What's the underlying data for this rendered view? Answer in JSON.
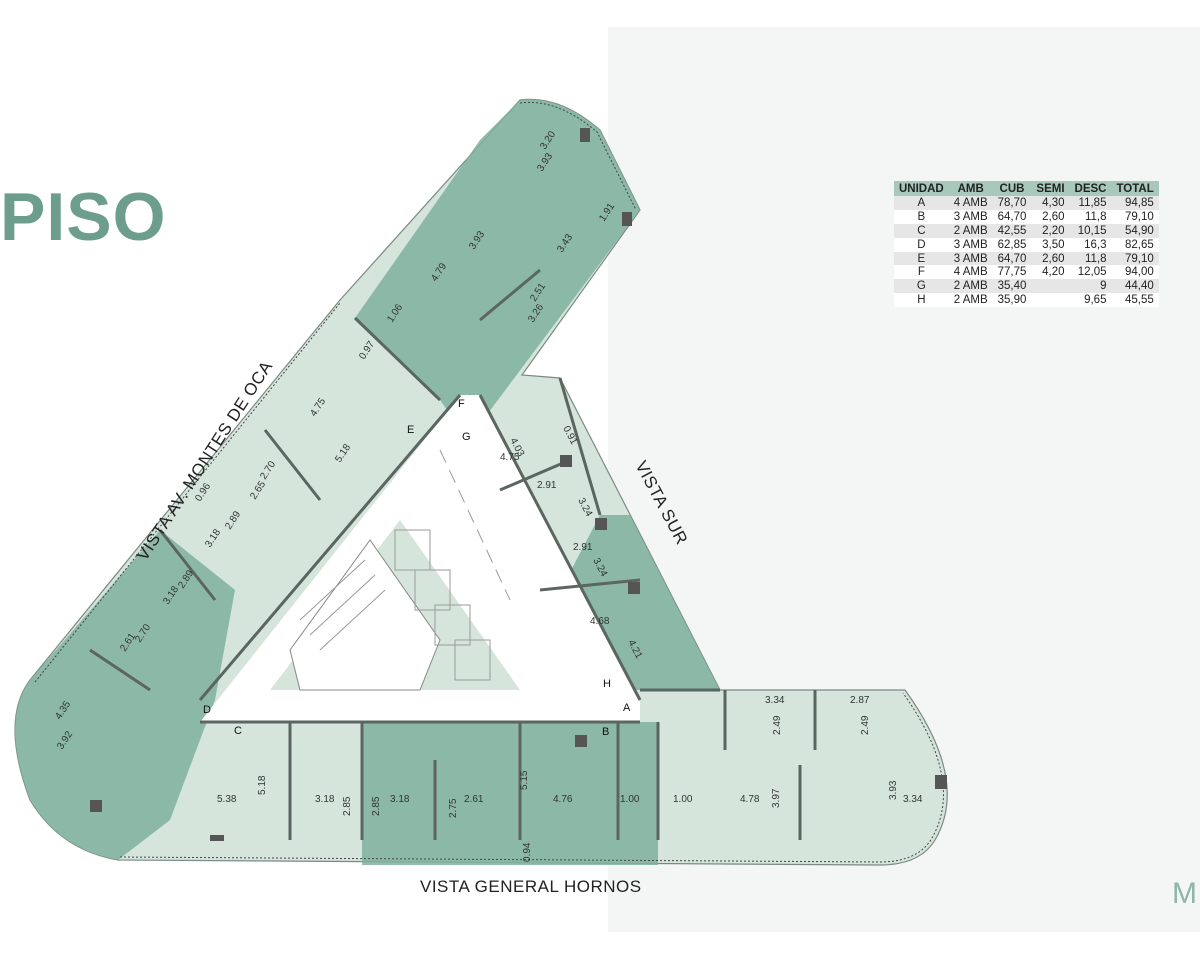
{
  "title": "PISO",
  "brand_mark": "M",
  "views": {
    "montes_de_oca": "VISTA AV. MONTES DE OCA",
    "sur": "VISTA SUR",
    "general_hornos": "VISTA GENERAL HORNOS"
  },
  "table": {
    "headers": [
      "UNIDAD",
      "AMB",
      "CUB",
      "SEMI",
      "DESC",
      "TOTAL"
    ],
    "rows": [
      [
        "A",
        "4 AMB",
        "78,70",
        "4,30",
        "11,85",
        "94,85"
      ],
      [
        "B",
        "3 AMB",
        "64,70",
        "2,60",
        "11,8",
        "79,10"
      ],
      [
        "C",
        "2 AMB",
        "42,55",
        "2,20",
        "10,15",
        "54,90"
      ],
      [
        "D",
        "3 AMB",
        "62,85",
        "3,50",
        "16,3",
        "82,65"
      ],
      [
        "E",
        "3 AMB",
        "64,70",
        "2,60",
        "11,8",
        "79,10"
      ],
      [
        "F",
        "4 AMB",
        "77,75",
        "4,20",
        "12,05",
        "94,00"
      ],
      [
        "G",
        "2 AMB",
        "35,40",
        "",
        "9",
        "44,40"
      ],
      [
        "H",
        "2 AMB",
        "35,90",
        "",
        "9,65",
        "45,55"
      ]
    ]
  },
  "unit_labels": [
    "A",
    "B",
    "C",
    "D",
    "E",
    "F",
    "G",
    "H"
  ],
  "dimensions": [
    "3.20",
    "3.93",
    "1.91",
    "3.43",
    "3.93",
    "4.79",
    "2.51",
    "3.26",
    "1.06",
    "0.97",
    "4.75",
    "5.18",
    "2.70",
    "2.65",
    "0.96",
    "2.89",
    "3.18",
    "2.89",
    "3.18",
    "2.70",
    "2.61",
    "4.35",
    "3.92",
    "4.03",
    "0.91",
    "4.75",
    "2.91",
    "3.24",
    "2.91",
    "3.24",
    "4.68",
    "4.21",
    "3.34",
    "2.49",
    "2.87",
    "2.49",
    "5.38",
    "5.18",
    "3.18",
    "2.85",
    "2.85",
    "3.18",
    "2.75",
    "2.61",
    "5.15",
    "4.76",
    "1.00",
    "1.00",
    "4.78",
    "3.97",
    "3.93",
    "3.34",
    "0.94"
  ],
  "colors": {
    "light_green": "#d5e5dc",
    "dark_green": "#7fb09e",
    "title": "#6d9e8d",
    "table_header": "#a8c8bb",
    "right_panel": "#f4f6f5"
  }
}
